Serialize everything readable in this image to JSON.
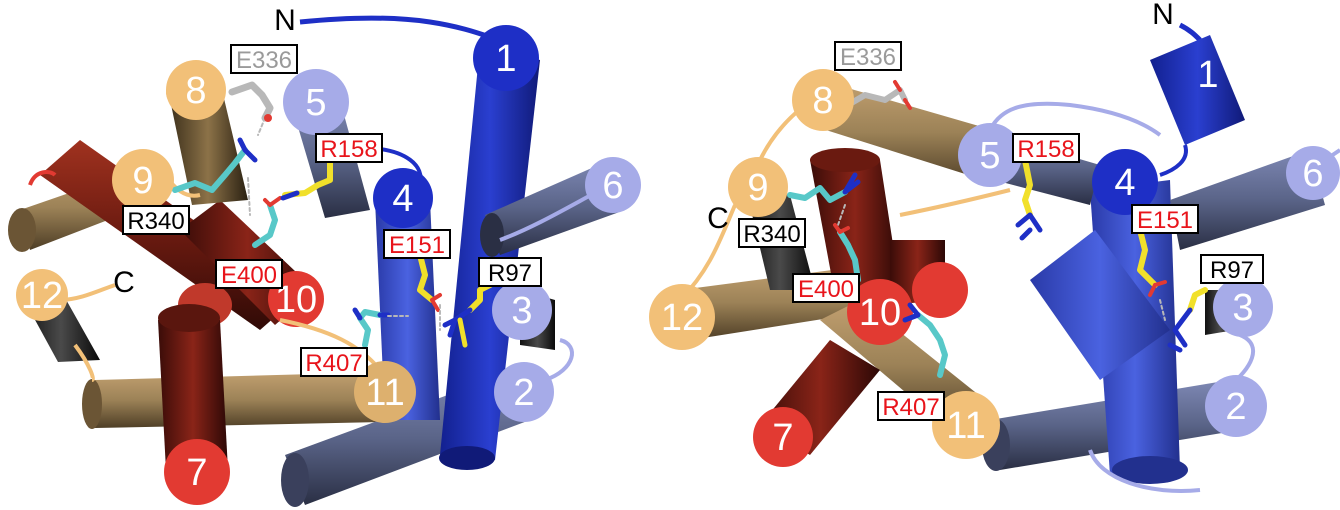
{
  "colors": {
    "blue_dark": "#1e2fc6",
    "blue_mid": "#3a4fd8",
    "blue_light": "#a6abe8",
    "slate": "#5a6488",
    "tan": "#9c8257",
    "tan_light": "#f2c078",
    "red_dark": "#7a1c12",
    "red": "#e23a32",
    "label_red": "#e8141b",
    "label_grey": "#9a9a9a",
    "sidechain_yellow": "#f1e02a",
    "sidechain_cyan": "#58c8c8",
    "sidechain_grey": "#b8b8b8"
  },
  "panels": [
    {
      "id": "left",
      "helix_numbers": [
        "1",
        "2",
        "3",
        "4",
        "5",
        "6",
        "7",
        "8",
        "9",
        "10",
        "11",
        "12"
      ],
      "terminals": {
        "n": "N",
        "c": "C"
      },
      "residues": [
        {
          "label": "E336",
          "style": "grey"
        },
        {
          "label": "R158",
          "style": "red"
        },
        {
          "label": "R340",
          "style": "black"
        },
        {
          "label": "E151",
          "style": "red"
        },
        {
          "label": "R97",
          "style": "black"
        },
        {
          "label": "E400",
          "style": "red"
        },
        {
          "label": "R407",
          "style": "red"
        }
      ]
    },
    {
      "id": "right",
      "helix_numbers": [
        "1",
        "2",
        "3",
        "4",
        "5",
        "6",
        "7",
        "8",
        "9",
        "10",
        "11",
        "12"
      ],
      "terminals": {
        "n": "N",
        "c": "C"
      },
      "residues": [
        {
          "label": "E336",
          "style": "grey"
        },
        {
          "label": "R158",
          "style": "red"
        },
        {
          "label": "R340",
          "style": "black"
        },
        {
          "label": "E151",
          "style": "red"
        },
        {
          "label": "R97",
          "style": "black"
        },
        {
          "label": "E400",
          "style": "red"
        },
        {
          "label": "R407",
          "style": "red"
        }
      ]
    }
  ]
}
